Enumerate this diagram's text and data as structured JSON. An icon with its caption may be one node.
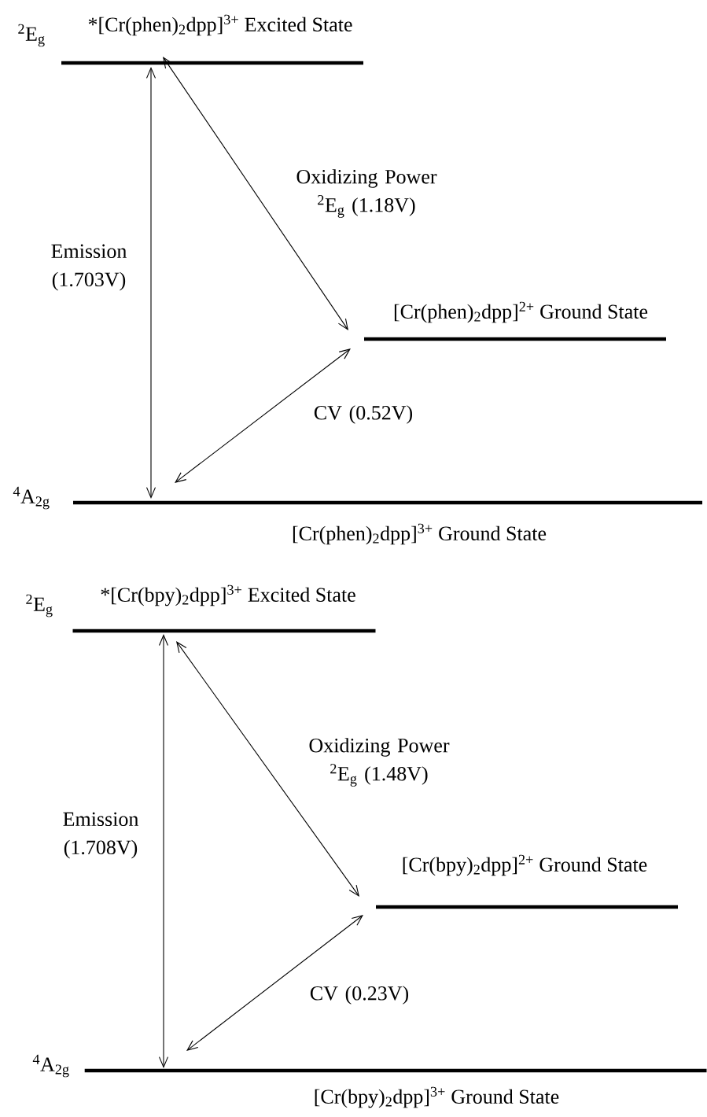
{
  "diagram": {
    "nodes": [
      {
        "text": [
          "*[Cr(phen)$_{2}$dpp]$^{3+}$ Excited State"
        ],
        "beside": [
          "$^{2}$E$_{g}$"
        ]
      },
      {
        "text": [
          "[Cr(phen)$_{2}$dpp]$^{2+}$ Ground State"
        ]
      },
      {
        "text": [
          "[Cr(phen)$_{2}$dpp]$^{3+}$ Ground State"
        ],
        "beside": [
          "$^{4}$A$_{2g}$"
        ]
      },
      {
        "text": [
          "*[Cr(bpy)$_{2}$dpp]$^{3+}$ Excited State"
        ],
        "beside": [
          "$^{2}$E$_{g}$"
        ]
      },
      {
        "text": [
          "[Cr(bpy)$_{2}$dpp]$^{2+}$ Ground State"
        ]
      },
      {
        "text": [
          "[Cr(bpy)$_{2}$dpp]$^{3+}$ Ground State"
        ],
        "beside": [
          "$^{4}$A$_{2g}$"
        ]
      }
    ],
    "edges": [
      {
        "from": 0,
        "to": 2,
        "arrow": "both",
        "label": "Emission (1.703V)"
      },
      {
        "from": 0,
        "to": 1,
        "arrow": "both",
        "label": "Oxidizing Power $^{2}$E$_{g}$ (1.18V)"
      },
      {
        "from": 2,
        "to": 1,
        "arrow": "both",
        "label": "CV (0.52V)"
      },
      {
        "from": 3,
        "to": 5,
        "arrow": "both",
        "label": "Emission (1.708V)"
      },
      {
        "from": 3,
        "to": 4,
        "arrow": "both",
        "label": "Oxidizing Power $^{2}$E$_{g}$ (1.48V)"
      },
      {
        "from": 5,
        "to": 4,
        "arrow": "both",
        "label": "CV (0.23V)"
      }
    ]
  }
}
